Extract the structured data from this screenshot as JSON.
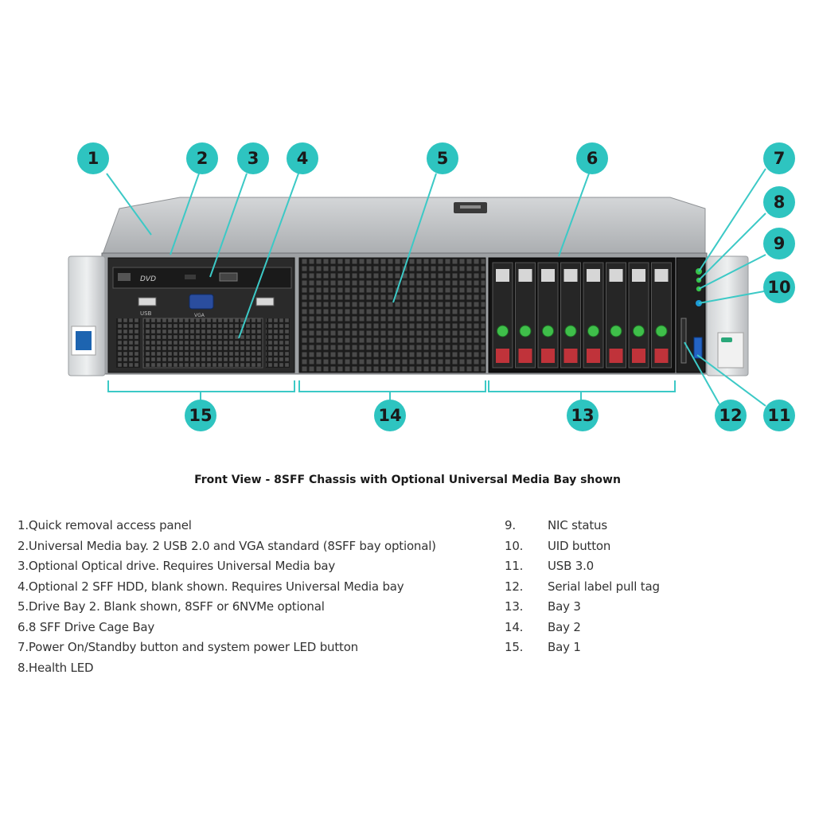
{
  "callouts": [
    "1",
    "2",
    "3",
    "4",
    "5",
    "6",
    "7",
    "8",
    "9",
    "10",
    "11",
    "12",
    "13",
    "14",
    "15"
  ],
  "caption": "Front View - 8SFF Chassis with Optional Universal Media Bay shown",
  "legend_left": [
    {
      "num": "1.",
      "text": "Quick removal access panel"
    },
    {
      "num": "2.",
      "text": "Universal Media bay. 2 USB 2.0 and VGA standard (8SFF bay optional)"
    },
    {
      "num": "3.",
      "text": "Optional Optical drive. Requires Universal Media bay"
    },
    {
      "num": "4.",
      "text": "Optional 2 SFF HDD, blank shown. Requires Universal Media bay"
    },
    {
      "num": "5.",
      "text": "Drive Bay 2. Blank shown, 8SFF or 6NVMe optional"
    },
    {
      "num": "6.",
      "text": "8 SFF Drive Cage Bay"
    },
    {
      "num": "7.",
      "text": "Power On/Standby button and system power LED button"
    },
    {
      "num": "8.",
      "text": "Health LED"
    }
  ],
  "legend_right": [
    {
      "num": "9.",
      "text": "NIC status"
    },
    {
      "num": "10.",
      "text": "UID button"
    },
    {
      "num": "11.",
      "text": "USB 3.0"
    },
    {
      "num": "12.",
      "text": "Serial label pull tag"
    },
    {
      "num": "13.",
      "text": "Bay 3"
    },
    {
      "num": "14.",
      "text": "Bay 2"
    },
    {
      "num": "15.",
      "text": "Bay 1"
    }
  ],
  "server_labels": {
    "dvd_text": "DVD",
    "vga_text": "VGA",
    "usb_text": "USB"
  },
  "colors": {
    "callout": "#2ec4c0",
    "callout_line": "#3cc9c6",
    "chassis": "#b5b8ba",
    "bay_dark": "#2a2a2a",
    "drive_green": "#3fbf4a",
    "drive_red": "#c0333a"
  }
}
